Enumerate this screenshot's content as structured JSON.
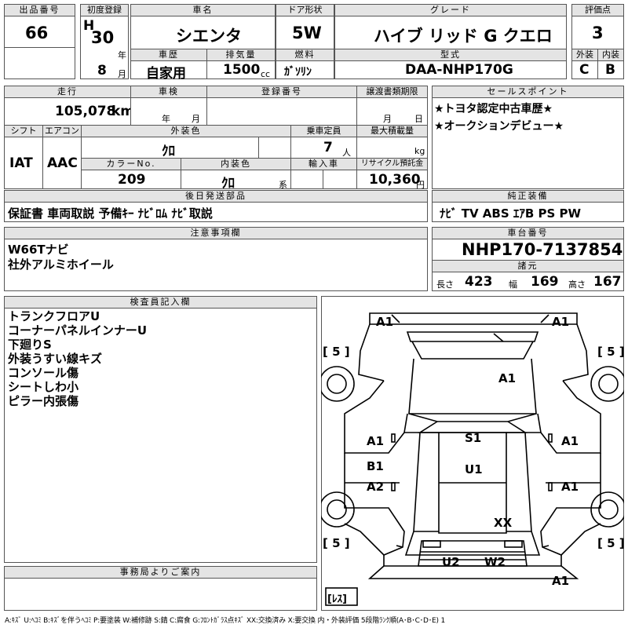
{
  "headers": {
    "lot_no": "出品番号",
    "first_reg": "初度登録",
    "car_name": "車名",
    "door_type": "ドア形状",
    "grade": "グレード",
    "score": "評価点",
    "history": "車歴",
    "displacement": "排気量",
    "fuel": "燃料",
    "model_code": "型式",
    "ext": "外装",
    "int": "内装",
    "mileage": "走行",
    "inspection": "車検",
    "reg_no": "登録番号",
    "transfer": "譲渡書類期限",
    "sales_point": "セールスポイント",
    "shift": "シフト",
    "aircon": "エアコン",
    "ext_color": "外装色",
    "capacity": "乗車定員",
    "max_load": "最大積載量",
    "color_no": "カラーNo.",
    "int_color": "内装色",
    "import": "輸入車",
    "recycle": "リサイクル預託金",
    "later_parts": "後日発送部品",
    "genuine": "純正装備",
    "notes": "注意事項欄",
    "chassis": "車台番号",
    "specs": "諸元",
    "inspector": "検査員記入欄",
    "office": "事務局よりご案内"
  },
  "values": {
    "lot_no": "66",
    "year_era": "H",
    "year": "30",
    "year_unit": "年",
    "month": "8",
    "month_unit": "月",
    "car_name": "シエンタ",
    "door_type": "5W",
    "grade": "ハイブ リッド G  クエロ",
    "score": "3",
    "history": "自家用",
    "displacement": "1500",
    "displacement_unit": "cc",
    "fuel": "ｶﾞｿﾘﾝ",
    "model_code": "DAA-NHP170G",
    "ext_score": "C",
    "int_score": "B",
    "mileage": "105,078",
    "mileage_unit": "km",
    "inspection_year": "年",
    "inspection_month": "月",
    "transfer_month": "月",
    "transfer_day": "日",
    "shift": "IAT",
    "aircon": "AAC",
    "ext_color": "ｸﾛ",
    "capacity": "7",
    "capacity_unit": "人",
    "max_load_unit": "kg",
    "color_no": "209",
    "int_color": "ｸﾛ",
    "int_color_unit": "系",
    "recycle": "10,360",
    "recycle_unit": "円",
    "later_parts": "保証書 車両取説 予備ｷｰ ﾅﾋﾞﾛﾑ ﾅﾋﾞ取説",
    "genuine": "ﾅﾋﾞ  TV  ABS  ｴｱB  PS  PW",
    "chassis": "NHP170-7137854",
    "length_label": "長さ",
    "length": "423",
    "width_label": "幅",
    "width": "169",
    "height_label": "高さ",
    "height": "167"
  },
  "sales_points": [
    "★トヨタ認定中古車歴★",
    "★オークションデビュー★"
  ],
  "notes": [
    "W66Tナビ",
    "社外アルミホイール"
  ],
  "inspector_notes": [
    "トランクフロアU",
    "コーナーパネルインナーU",
    "下廻りS",
    "外装うすい線キズ",
    "コンソール傷",
    "シートしわ小",
    "ピラー内張傷"
  ],
  "diagram": {
    "marks": {
      "front_left": "A1",
      "front_right": "A1",
      "hood": "A1",
      "front_door_left": "A1",
      "front_door_right": "A1",
      "rear_door_left_1": "B1",
      "rear_door_left_2": "A2",
      "rear_door_right": "A1",
      "seat_front": "S1",
      "seat_rear": "U1",
      "rear_glass": "XX",
      "rear_u": "U2",
      "rear_w": "W2",
      "rear_bottom": "A1"
    },
    "tire_labels": [
      "[ 5 ]",
      "[ 5 ]",
      "[ 5 ]",
      "[ 5 ]"
    ],
    "spare": "[ﾚｽ]"
  },
  "legend": "A:ｷｽﾞ U:ﾍｺﾐ B:ｷｽﾞを伴うﾍｺﾐ P:要塗装 W:補修跡 S:錆 C:腐食 G:ﾌﾛﾝﾄｶﾞﾗｽ点ｷｽﾞ XX:交換済み X:要交換  内・外装評価 5段階ﾗﾝｸ順(A･B･C･D･E) 1"
}
